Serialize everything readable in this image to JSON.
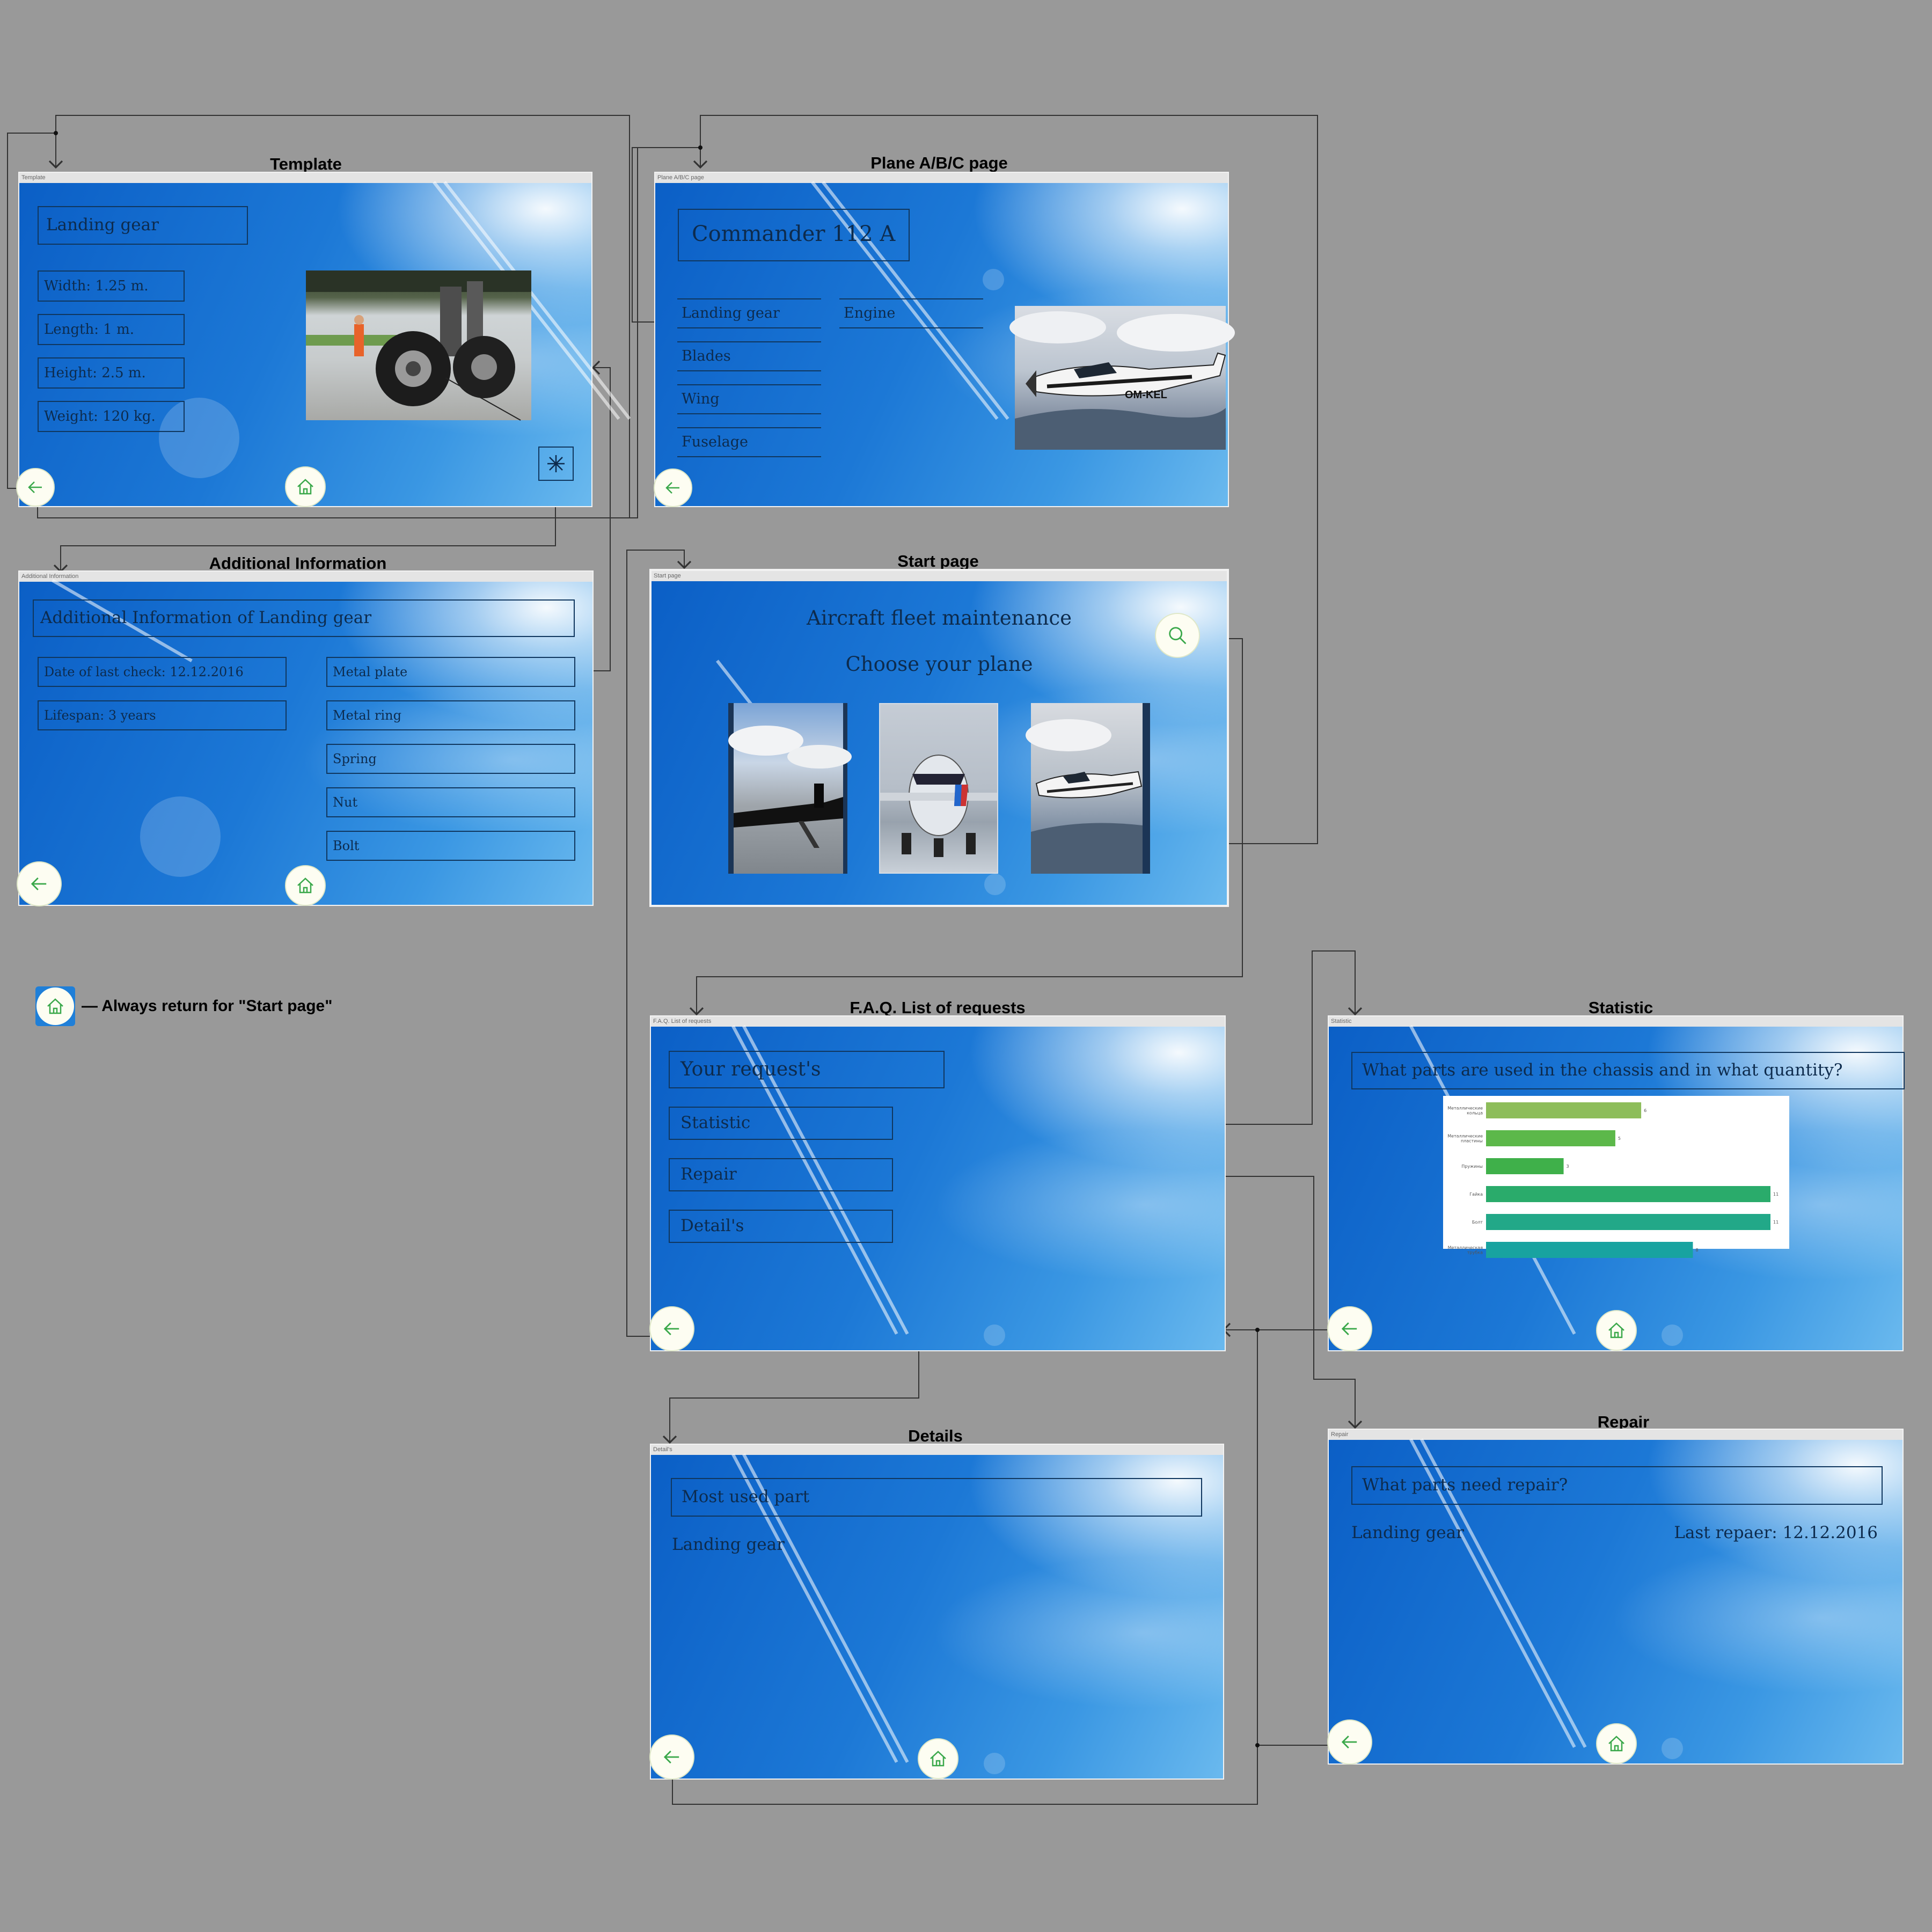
{
  "legend": {
    "text": "— Always return for \"Start page\""
  },
  "template": {
    "heading": "Template",
    "bar": "Template",
    "title": "Landing gear",
    "specs": [
      "Width: 1.25 m.",
      "Length: 1 m.",
      "Height: 2.5 m.",
      "Weight: 120 kg."
    ]
  },
  "plane": {
    "heading": "Plane A/B/C page",
    "bar": "Plane A/B/C page",
    "title": "Commander 112 A",
    "parts_left": [
      "Landing gear",
      "Blades",
      "Wing",
      "Fuselage"
    ],
    "parts_right": [
      "Engine"
    ],
    "reg": "OM-KEL"
  },
  "additional": {
    "heading": "Additional Information",
    "bar": "Additional Information",
    "title": "Additional Information of Landing gear",
    "left": [
      "Date of last check: 12.12.2016",
      "Lifespan: 3 years"
    ],
    "right": [
      "Metal plate",
      "Metal ring",
      "Spring",
      "Nut",
      "Bolt"
    ]
  },
  "start": {
    "heading": "Start page",
    "bar": "Start page",
    "title": "Aircraft fleet maintenance",
    "subtitle": "Choose your plane"
  },
  "faq": {
    "heading": "F.A.Q. List of requests",
    "bar": "F.A.Q. List of requests",
    "title": "Your request's",
    "items": [
      "Statistic",
      "Repair",
      "Detail's"
    ]
  },
  "statistic": {
    "heading": "Statistic",
    "bar": "Statistic",
    "question": "What parts are used in the chassis and in what quantity?"
  },
  "details": {
    "heading": "Details",
    "bar": "Detail's",
    "title": "Most used part",
    "value": "Landing gear"
  },
  "repair": {
    "heading": "Repair",
    "bar": "Repair",
    "question": "What parts need repair?",
    "part": "Landing gear",
    "last": "Last repaer: 12.12.2016"
  },
  "chart_data": {
    "type": "bar",
    "orientation": "horizontal",
    "categories": [
      "Металлические кольца",
      "Металлические пластины",
      "Пружины",
      "Гайка",
      "Болт",
      "Металлическая трубка"
    ],
    "values": [
      6,
      5,
      3,
      11,
      11,
      8
    ],
    "value_labels": [
      "6",
      "5",
      "3",
      "11",
      "11",
      "8"
    ],
    "colors": [
      "#8dbd5a",
      "#5cb84a",
      "#3fb04a",
      "#2aab6b",
      "#22a888",
      "#18a3a0"
    ]
  }
}
